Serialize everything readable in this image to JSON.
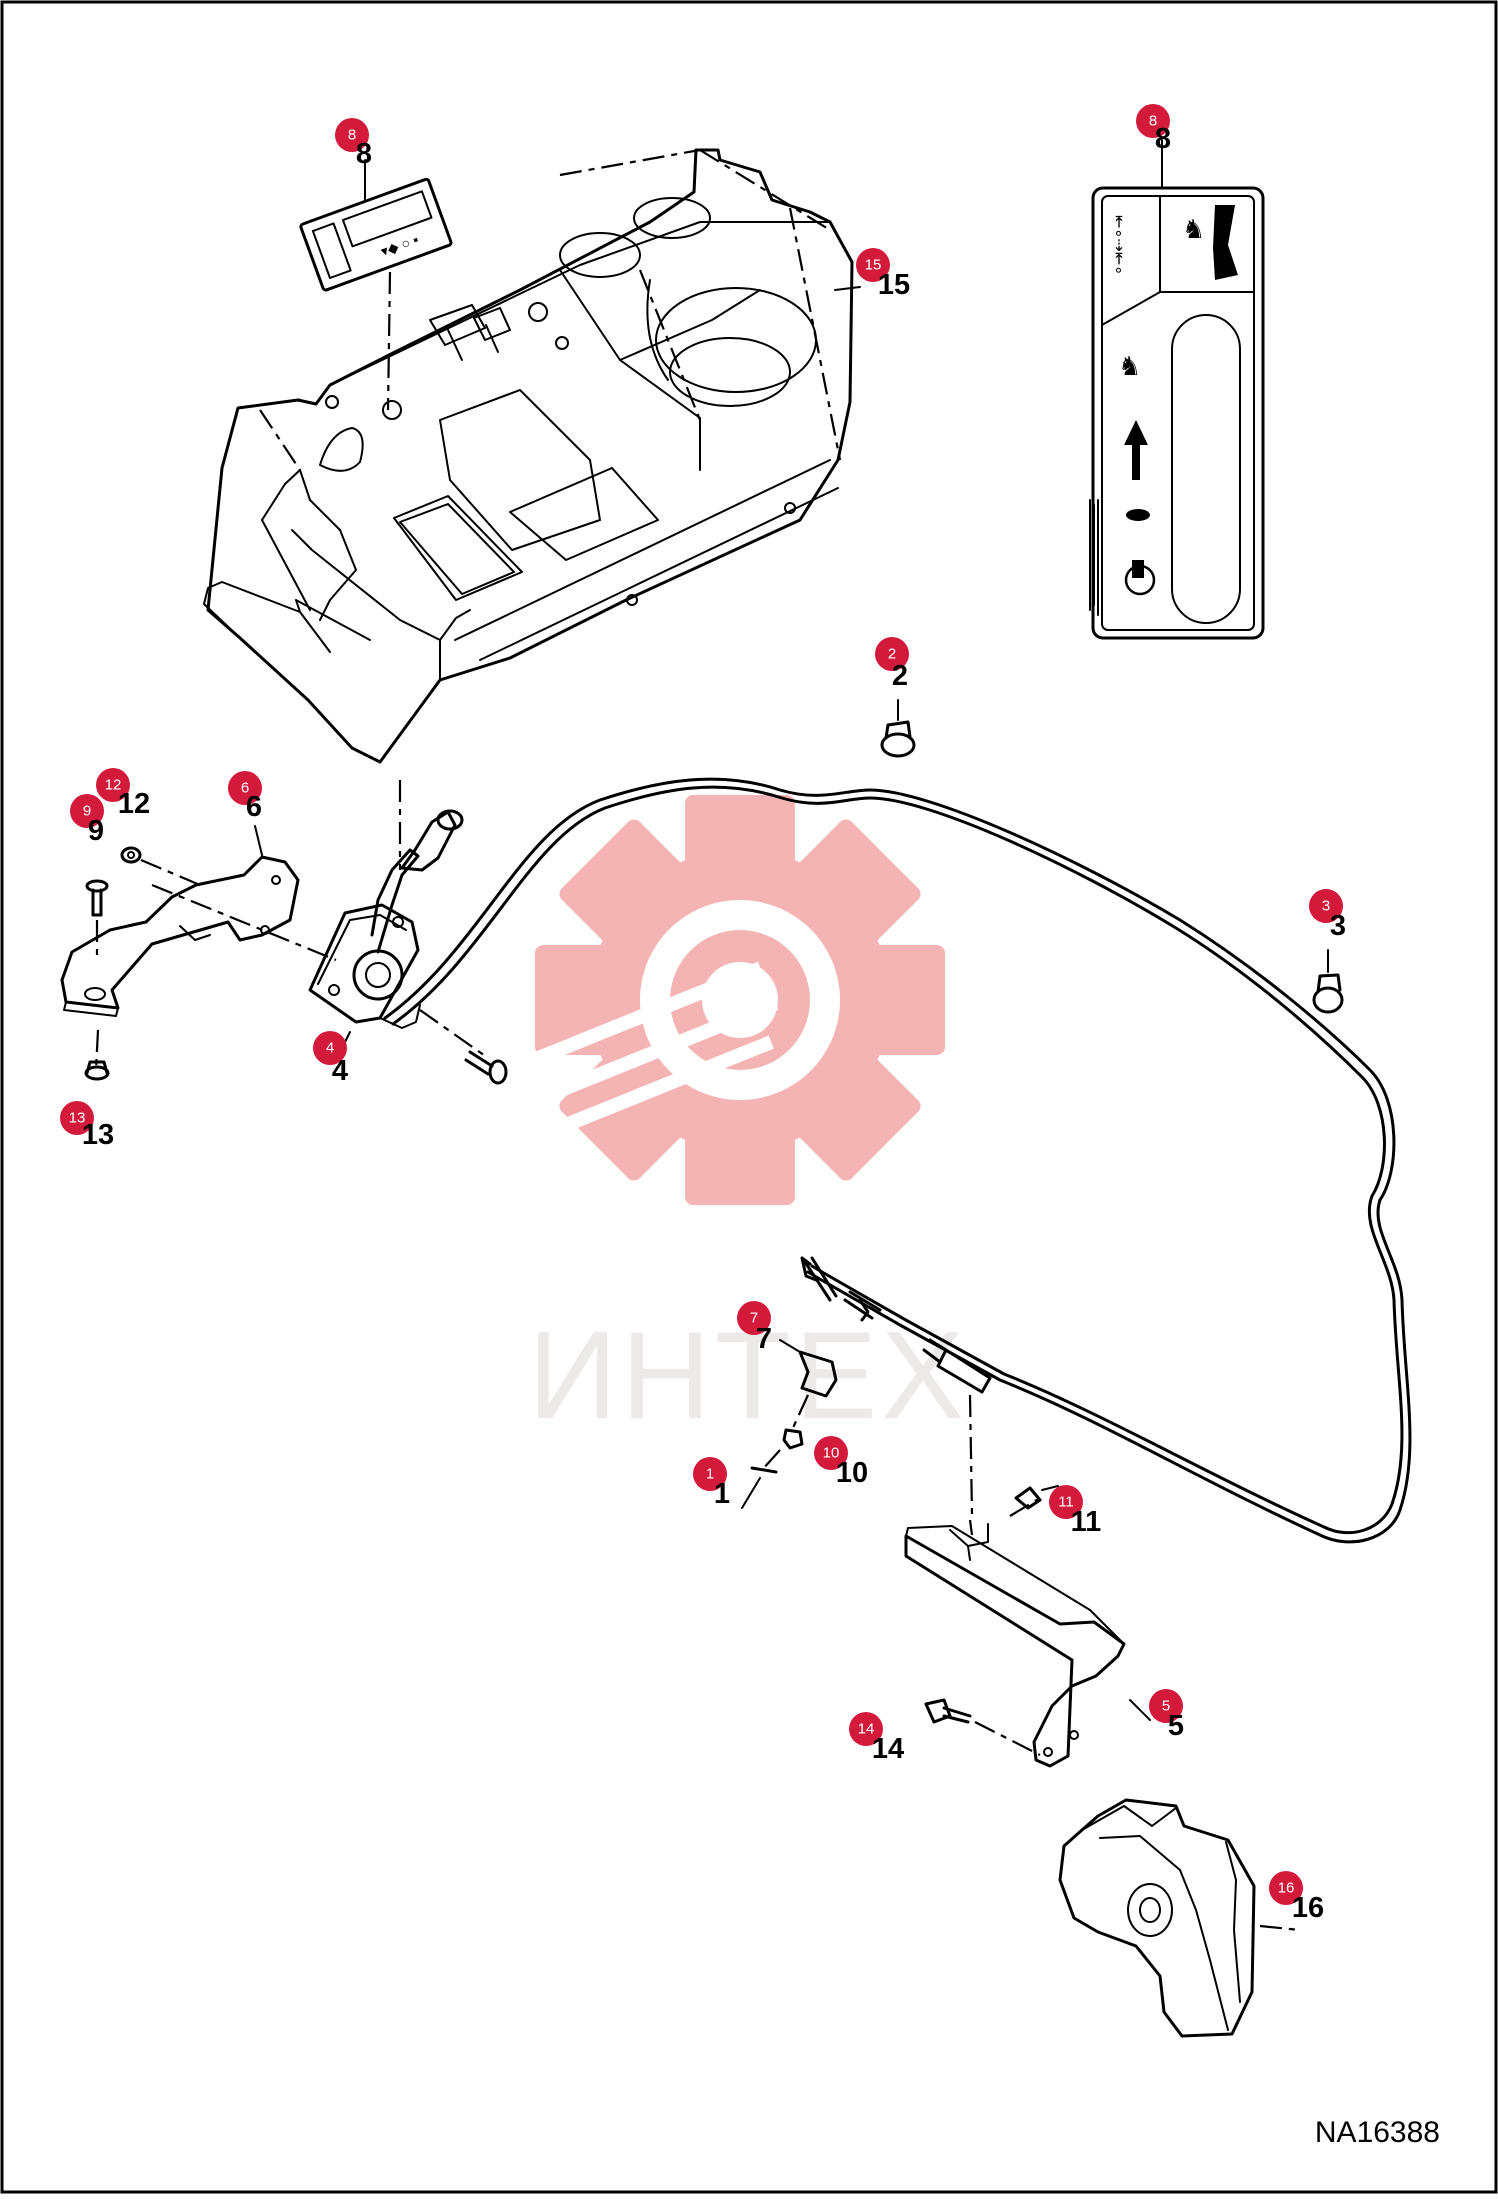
{
  "figure_code": "NA16388",
  "watermark": {
    "text": "ИНТЕХ",
    "color": "#f4b4b4"
  },
  "accent_color": "#d31a3b",
  "callouts": [
    {
      "id": "c1",
      "badge": "1",
      "label": "1"
    },
    {
      "id": "c2",
      "badge": "2",
      "label": "2"
    },
    {
      "id": "c3",
      "badge": "3",
      "label": "3"
    },
    {
      "id": "c4",
      "badge": "4",
      "label": "4"
    },
    {
      "id": "c5",
      "badge": "5",
      "label": "5"
    },
    {
      "id": "c6",
      "badge": "6",
      "label": "6"
    },
    {
      "id": "c7",
      "badge": "7",
      "label": "7"
    },
    {
      "id": "c8a",
      "badge": "8",
      "label": "8"
    },
    {
      "id": "c8b",
      "badge": "8",
      "label": "8"
    },
    {
      "id": "c9",
      "badge": "9",
      "label": "9"
    },
    {
      "id": "c10",
      "badge": "10",
      "label": "10"
    },
    {
      "id": "c11",
      "badge": "11",
      "label": "11"
    },
    {
      "id": "c12",
      "badge": "12",
      "label": "12"
    },
    {
      "id": "c13",
      "badge": "13",
      "label": "13"
    },
    {
      "id": "c14",
      "badge": "14",
      "label": "14"
    },
    {
      "id": "c15",
      "badge": "15",
      "label": "15"
    },
    {
      "id": "c16",
      "badge": "16",
      "label": "16"
    }
  ]
}
